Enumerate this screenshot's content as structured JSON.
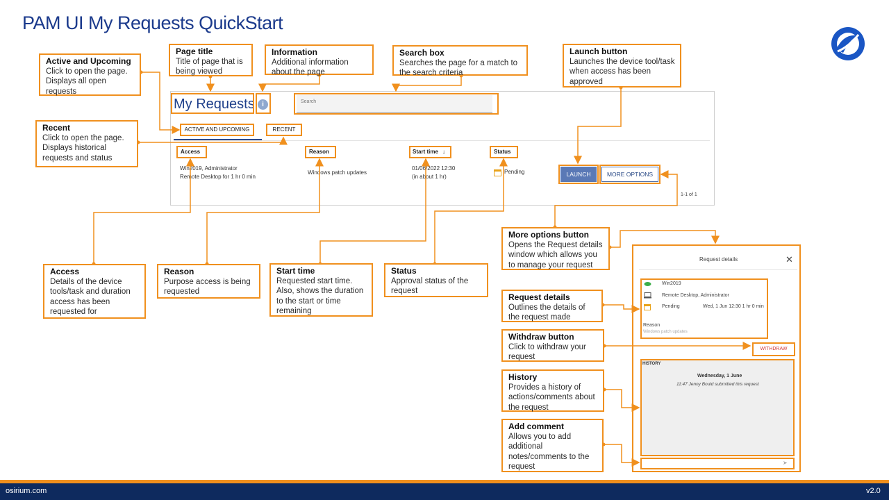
{
  "page": {
    "title": "PAM UI My Requests QuickStart"
  },
  "callouts": {
    "active": {
      "heading": "Active and Upcoming",
      "body": "Click to open the page. Displays all open requests"
    },
    "page_title": {
      "heading": "Page title",
      "body": "Title of page that is being viewed"
    },
    "information": {
      "heading": "Information",
      "body": "Additional information about the page"
    },
    "search": {
      "heading": "Search box",
      "body": "Searches the page for a match to the search criteria"
    },
    "launch": {
      "heading": "Launch button",
      "body": "Launches the device tool/task when access has been approved"
    },
    "recent": {
      "heading": "Recent",
      "body": "Click to open the page. Displays historical requests and status"
    },
    "access": {
      "heading": "Access",
      "body": "Details of the device tools/task and duration access has been requested for"
    },
    "reason": {
      "heading": "Reason",
      "body": "Purpose access is being requested"
    },
    "start_time": {
      "heading": "Start time",
      "body": "Requested start time. Also, shows the duration to the start or time remaining"
    },
    "status": {
      "heading": "Status",
      "body": "Approval status of the request"
    },
    "more_options": {
      "heading": "More options button",
      "body": "Opens the Request details window which allows you to manage your request"
    },
    "request_details": {
      "heading": "Request details",
      "body": "Outlines the details of the request made"
    },
    "withdraw": {
      "heading": "Withdraw button",
      "body": "Click to withdraw your request"
    },
    "history": {
      "heading": "History",
      "body": "Provides a history of actions/comments about the request"
    },
    "add_comment": {
      "heading": "Add comment",
      "body": "Allows you to add additional notes/comments to the request"
    }
  },
  "my_requests": {
    "title": "My Requests",
    "info_icon": "i",
    "search_placeholder": "Search",
    "tabs": [
      "ACTIVE AND UPCOMING",
      "RECENT"
    ],
    "columns": [
      "Access",
      "Reason",
      "Start time",
      "Status"
    ],
    "sort_icon": "↓",
    "row": {
      "access_line1": "Win2019, Administrator",
      "access_line2": "Remote Desktop for 1 hr 0 min",
      "reason": "Windows patch updates",
      "start_line1": "01/06/2022 12:30",
      "start_line2": "(in about 1 hr)",
      "status": "Pending"
    },
    "launch_label": "LAUNCH",
    "more_label": "MORE OPTIONS",
    "pager": "1-1 of 1"
  },
  "request_details": {
    "title": "Request details",
    "close": "✕",
    "device": "Win2019",
    "tool": "Remote Desktop, Administrator",
    "status": "Pending",
    "when": "Wed, 1 Jun 12:30 1 hr 0 min",
    "reason_label": "Reason",
    "reason_value": "Windows patch updates",
    "withdraw_label": "WITHDRAW",
    "history_label": "HISTORY",
    "history_date": "Wednesday, 1 June",
    "history_entry": "11:47 Jenny Bould submitted this request",
    "send_icon": "➤"
  },
  "footer": {
    "left": "osirium.com",
    "right": "v2.0"
  },
  "colors": {
    "accent": "#f0901e",
    "brand": "#1b3a8c",
    "footer": "#0e2a5e"
  }
}
